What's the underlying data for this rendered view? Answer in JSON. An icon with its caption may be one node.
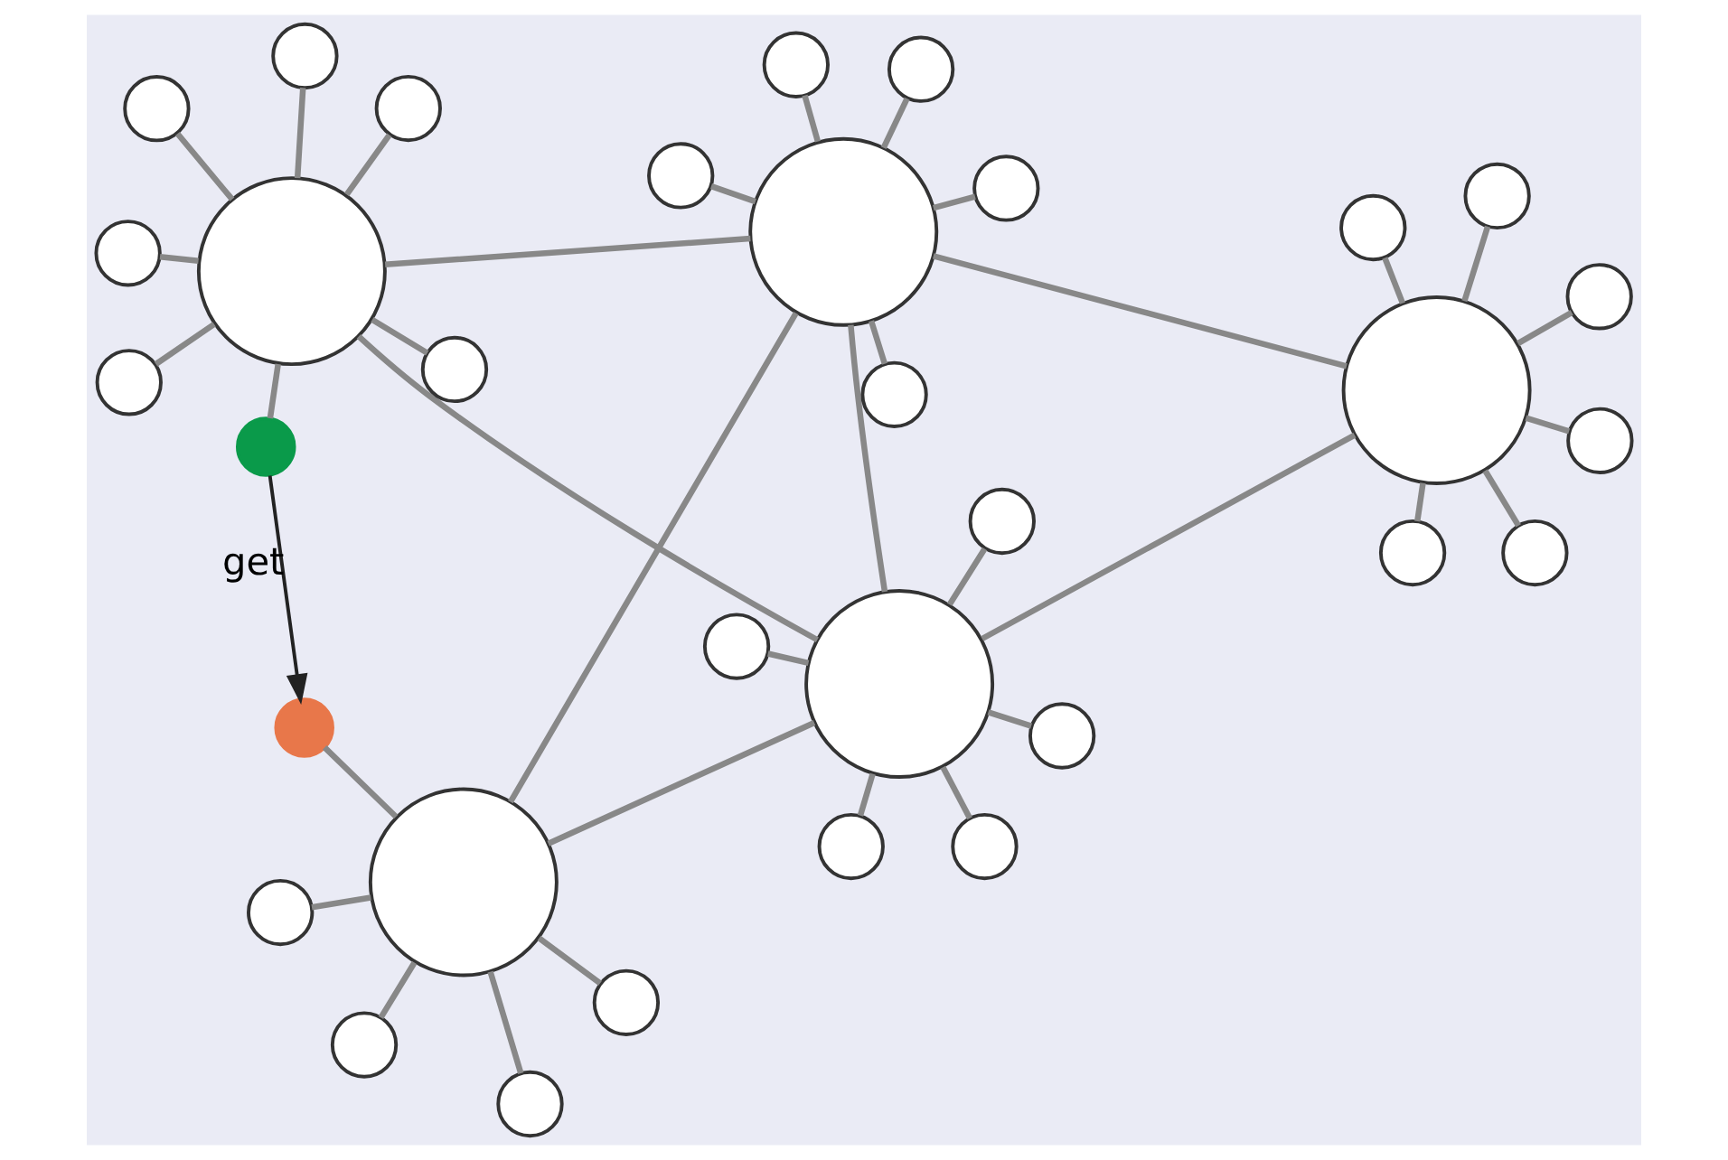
{
  "diagram": {
    "nodes": [
      {
        "text": [],
        "shape": "circle"
      },
      {
        "text": [],
        "shape": "circle"
      },
      {
        "text": [],
        "shape": "circle"
      },
      {
        "text": [],
        "shape": "circle"
      },
      {
        "text": [],
        "shape": "circle"
      },
      {
        "text": [],
        "shape": "circle"
      },
      {
        "text": [],
        "shape": "circle"
      },
      {
        "text": [],
        "shape": "circle"
      },
      {
        "text": [],
        "shape": "circle"
      },
      {
        "text": [],
        "shape": "circle"
      },
      {
        "text": [],
        "shape": "circle"
      },
      {
        "text": [],
        "shape": "circle"
      },
      {
        "text": [],
        "shape": "circle"
      },
      {
        "text": [],
        "shape": "circle"
      },
      {
        "text": [],
        "shape": "circle"
      },
      {
        "text": [],
        "shape": "circle"
      },
      {
        "text": [],
        "shape": "circle"
      },
      {
        "text": [],
        "shape": "circle"
      },
      {
        "text": [],
        "shape": "circle"
      },
      {
        "text": [],
        "shape": "circle"
      },
      {
        "text": [],
        "shape": "circle"
      },
      {
        "text": [],
        "shape": "circle"
      },
      {
        "text": [],
        "shape": "circle"
      },
      {
        "text": [],
        "shape": "circle"
      },
      {
        "text": [],
        "shape": "circle"
      },
      {
        "text": [],
        "shape": "circle"
      },
      {
        "text": [],
        "shape": "circle"
      },
      {
        "text": [],
        "shape": "circle"
      },
      {
        "text": [],
        "shape": "circle"
      },
      {
        "text": [],
        "shape": "circle"
      },
      {
        "text": [],
        "shape": "circle"
      },
      {
        "text": [],
        "shape": "circle"
      },
      {
        "text": [],
        "shape": "circle"
      }
    ],
    "edges": [
      {
        "from": 8,
        "to": 4,
        "arrow": "none"
      },
      {
        "from": 8,
        "to": 18,
        "arrow": "none"
      },
      {
        "from": 8,
        "to": 19,
        "arrow": "none"
      },
      {
        "from": 8,
        "to": 14,
        "arrow": "none"
      },
      {
        "from": 4,
        "to": 19,
        "arrow": "none"
      },
      {
        "from": 18,
        "to": 19,
        "arrow": "none"
      },
      {
        "from": 19,
        "to": 14,
        "arrow": "none"
      },
      {
        "from": 4,
        "to": 0,
        "arrow": "none"
      },
      {
        "from": 4,
        "to": 1,
        "arrow": "none"
      },
      {
        "from": 4,
        "to": 3,
        "arrow": "none"
      },
      {
        "from": 4,
        "to": 7,
        "arrow": "none"
      },
      {
        "from": 4,
        "to": 10,
        "arrow": "none"
      },
      {
        "from": 8,
        "to": 2,
        "arrow": "none"
      },
      {
        "from": 8,
        "to": 5,
        "arrow": "none"
      },
      {
        "from": 8,
        "to": 6,
        "arrow": "none"
      },
      {
        "from": 8,
        "to": 9,
        "arrow": "none"
      },
      {
        "from": 8,
        "to": 11,
        "arrow": "none"
      },
      {
        "from": 14,
        "to": 12,
        "arrow": "none"
      },
      {
        "from": 14,
        "to": 13,
        "arrow": "none"
      },
      {
        "from": 14,
        "to": 15,
        "arrow": "none"
      },
      {
        "from": 14,
        "to": 17,
        "arrow": "none"
      },
      {
        "from": 14,
        "to": 24,
        "arrow": "none"
      },
      {
        "from": 14,
        "to": 21,
        "arrow": "none"
      },
      {
        "from": 14,
        "to": 20,
        "arrow": "none"
      },
      {
        "from": 18,
        "to": 16,
        "arrow": "none"
      },
      {
        "from": 18,
        "to": 22,
        "arrow": "none"
      },
      {
        "from": 18,
        "to": 27,
        "arrow": "none"
      },
      {
        "from": 18,
        "to": 28,
        "arrow": "none"
      },
      {
        "from": 18,
        "to": 29,
        "arrow": "none"
      },
      {
        "from": 18,
        "to": 23,
        "arrow": "none"
      },
      {
        "from": 19,
        "to": 26,
        "arrow": "none"
      },
      {
        "from": 19,
        "to": 30,
        "arrow": "none"
      },
      {
        "from": 19,
        "to": 31,
        "arrow": "none"
      },
      {
        "from": 19,
        "to": 25,
        "arrow": "none"
      },
      {
        "from": 19,
        "to": 32,
        "arrow": "none"
      },
      {
        "from": 20,
        "to": 10,
        "arrow": "to",
        "label": "get",
        "color": "#222222"
      }
    ]
  }
}
